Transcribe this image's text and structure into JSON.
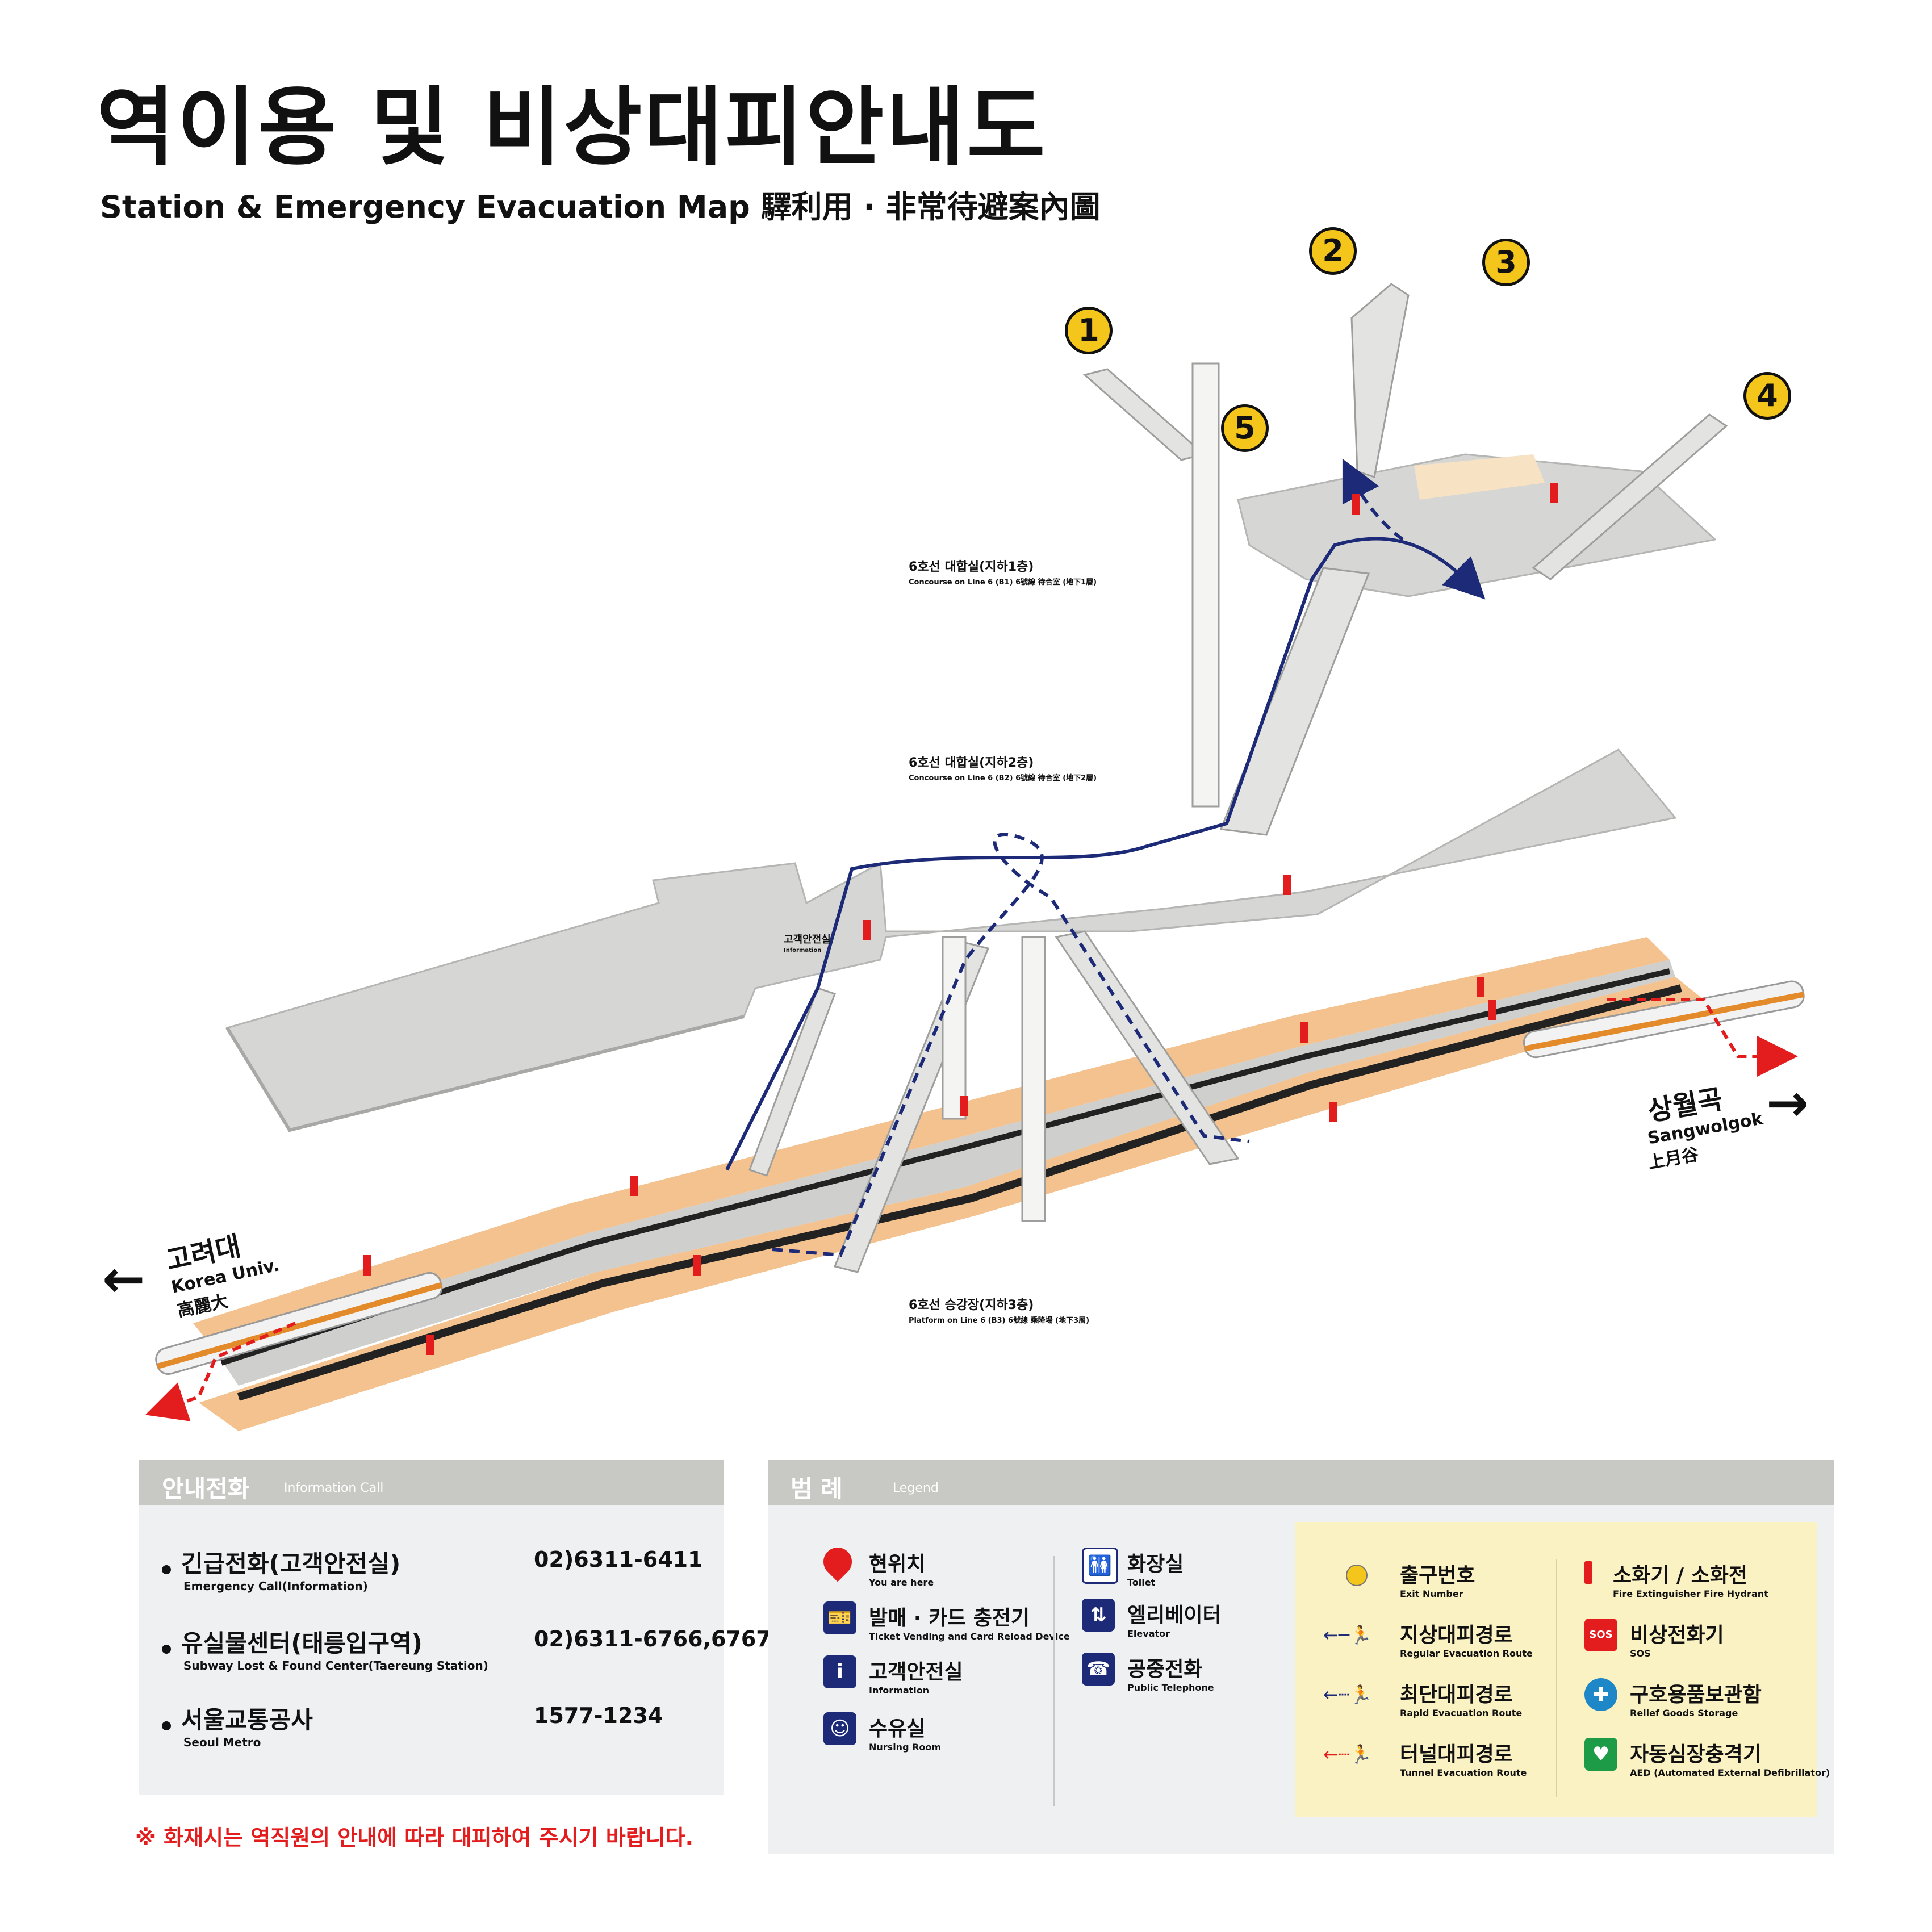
{
  "header": {
    "title": "역이용 및 비상대피안내도",
    "subtitle": "Station & Emergency Evacuation Map   驛利用 · 非常待避案內圖"
  },
  "exits": [
    "1",
    "2",
    "3",
    "4",
    "5"
  ],
  "levels": {
    "b1": {
      "ko": "6호선 대합실(지하1층)",
      "en": "Concourse on Line 6 (B1) 6號線 待合室 (地下1層)"
    },
    "b2": {
      "ko": "6호선 대합실(지하2층)",
      "en": "Concourse on Line 6 (B2) 6號線 待合室 (地下2層)"
    },
    "b3": {
      "ko": "6호선 승강장(지하3층)",
      "en": "Platform on Line 6 (B3) 6號線 乘降場 (地下3層)"
    },
    "info_office": {
      "ko": "고객안전실",
      "en": "Information"
    }
  },
  "directions": {
    "left": {
      "ko": "고려대",
      "en": "Korea Univ.",
      "han": "高麗大"
    },
    "right": {
      "ko": "상월곡",
      "en": "Sangwolgok",
      "han": "上月谷"
    }
  },
  "colors": {
    "platform": "#f3c28f",
    "floor": "#d6d6d4",
    "route_blue": "#1c2a78",
    "route_red": "#e31d1d",
    "exit_yellow": "#f4c51a",
    "panel_gray": "#eef0f2",
    "legend_yellow": "#fbf2c3"
  },
  "info_call": {
    "heading_ko": "안내전화",
    "heading_en": "Information Call",
    "rows": [
      {
        "ko": "긴급전화(고객안전실)",
        "en": "Emergency Call(Information)",
        "number": "02)6311-6411"
      },
      {
        "ko": "유실물센터(태릉입구역)",
        "en": "Subway Lost & Found Center(Taereung Station)",
        "number": "02)6311-6766,6767"
      },
      {
        "ko": "서울교통공사",
        "en": "Seoul Metro",
        "number": "1577-1234"
      }
    ],
    "notice": "※ 화재시는 역직원의 안내에 따라 대피하여 주시기 바랍니다."
  },
  "legend": {
    "heading_ko": "범 례",
    "heading_en": "Legend",
    "col1": [
      {
        "icon": "location-pin-icon",
        "ko": "현위치",
        "en": "You are here"
      },
      {
        "icon": "ticket-machine-icon",
        "ko": "발매 · 카드 충전기",
        "en": "Ticket Vending and Card Reload Device"
      },
      {
        "icon": "info-icon",
        "ko": "고객안전실",
        "en": "Information"
      },
      {
        "icon": "nursing-room-icon",
        "ko": "수유실",
        "en": "Nursing Room"
      }
    ],
    "col2": [
      {
        "icon": "toilet-icon",
        "ko": "화장실",
        "en": "Toilet"
      },
      {
        "icon": "elevator-icon",
        "ko": "엘리베이터",
        "en": "Elevator"
      },
      {
        "icon": "phone-icon",
        "ko": "공중전화",
        "en": "Public Telephone"
      }
    ],
    "col3": [
      {
        "icon": "exit-number-icon",
        "ko": "출구번호",
        "en": "Exit Number"
      },
      {
        "icon": "regular-route-icon",
        "ko": "지상대피경로",
        "en": "Regular Evacuation Route"
      },
      {
        "icon": "rapid-route-icon",
        "ko": "최단대피경로",
        "en": "Rapid Evacuation Route"
      },
      {
        "icon": "tunnel-route-icon",
        "ko": "터널대피경로",
        "en": "Tunnel Evacuation Route"
      }
    ],
    "col4": [
      {
        "icon": "extinguisher-icon",
        "ko": "소화기 / 소화전",
        "en": "Fire Extinguisher     Fire Hydrant"
      },
      {
        "icon": "sos-phone-icon",
        "ko": "비상전화기",
        "en": "SOS"
      },
      {
        "icon": "relief-goods-icon",
        "ko": "구호용품보관함",
        "en": "Relief Goods Storage"
      },
      {
        "icon": "aed-icon",
        "ko": "자동심장충격기",
        "en": "AED (Automated External Defibrillator)"
      }
    ]
  }
}
